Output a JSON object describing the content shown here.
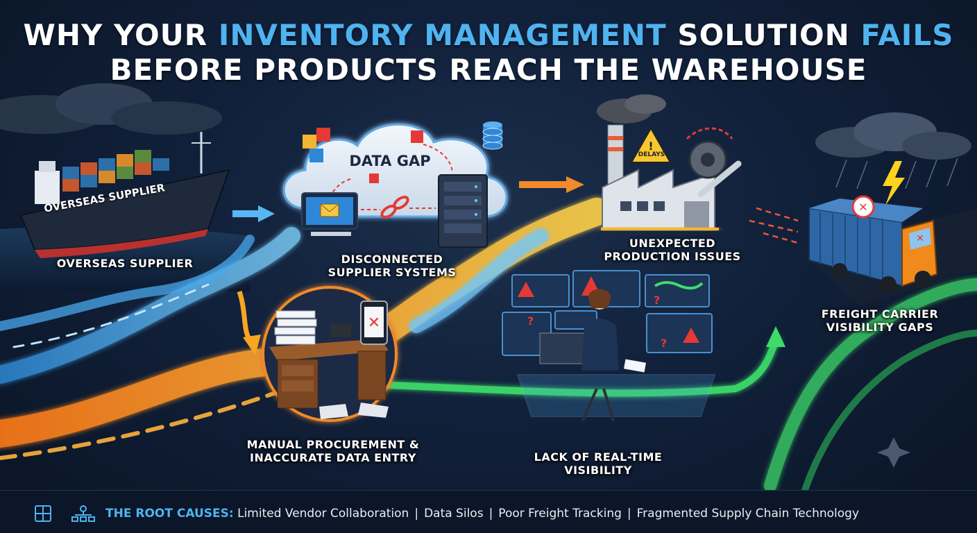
{
  "title": {
    "line1_part1": "WHY YOUR ",
    "line1_highlight1": "INVENTORY MANAGEMENT",
    "line1_part2": " SOLUTION ",
    "line1_highlight2": "FAILS",
    "line2": "BEFORE PRODUCTS REACH THE WAREHOUSE"
  },
  "stages": {
    "supplier": {
      "label": "OVERSEAS SUPPLIER",
      "ship_text": "OVERSEAS SUPPLIER"
    },
    "systems": {
      "cloud_label": "DATA GAP",
      "label_line1": "DISCONNECTED",
      "label_line2": "SUPPLIER SYSTEMS"
    },
    "production": {
      "sign_text": "DELAYS",
      "label_line1": "UNEXPECTED",
      "label_line2": "PRODUCTION ISSUES"
    },
    "freight": {
      "label_line1": "FREIGHT CARRIER",
      "label_line2": "VISIBILITY GAPS"
    },
    "procurement": {
      "label_line1": "MANUAL PROCUREMENT &",
      "label_line2": "INACCURATE DATA ENTRY"
    },
    "visibility": {
      "label_line1": "LACK OF REAL-TIME",
      "label_line2": "VISIBILITY"
    }
  },
  "footer": {
    "heading": "THE ROOT CAUSES:",
    "causes": [
      "Limited Vendor Collaboration",
      "Data Silos",
      "Poor Freight Tracking",
      "Fragmented Supply Chain Technology"
    ]
  },
  "colors": {
    "accent_blue": "#4fb3f0",
    "stream_orange": "#f5a623",
    "stream_green": "#3ddc6a",
    "alert_red": "#e53935"
  }
}
